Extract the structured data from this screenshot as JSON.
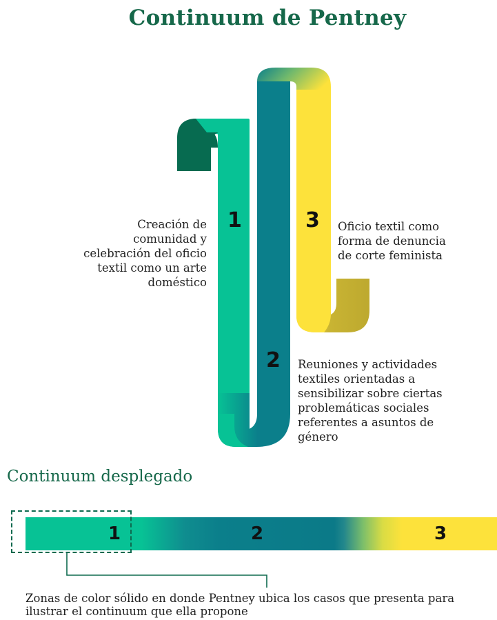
{
  "title": "Continuum de Pentney",
  "ribbons": [
    {
      "number": "1",
      "lines": [
        "Creación de",
        "comunidad y",
        "celebración del oficio",
        "textil como un arte",
        "doméstico"
      ],
      "color": "#07c295",
      "shade": "#076b50"
    },
    {
      "number": "2",
      "lines": [
        "Reuniones y actividades",
        "textiles orientadas a",
        "sensibilizar sobre ciertas",
        "problemáticas sociales",
        "referentes a asuntos de",
        "género"
      ],
      "color": "#0b7f8b",
      "shade": "#075f68"
    },
    {
      "number": "3",
      "lines": [
        "Oficio textil como",
        "forma de denuncia",
        "de corte feminista"
      ],
      "color": "#fde23b",
      "shade": "#bda92f"
    }
  ],
  "unfolded": {
    "title": "Continuum desplegado",
    "labels": [
      "1",
      "2",
      "3"
    ],
    "note_lines": [
      "Zonas de color sólido en donde Pentney ubica los casos que presenta para",
      "ilustrar el continuum que ella propone"
    ]
  }
}
